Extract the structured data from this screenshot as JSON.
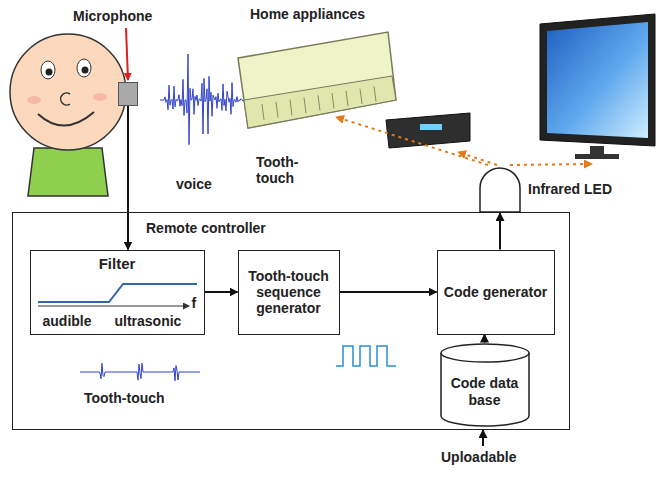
{
  "diagram": {
    "nodes": [
      {
        "text": [
          "Remote controller"
        ]
      },
      {
        "text": [
          "Filter",
          "audible",
          "ultrasonic",
          "f"
        ],
        "in": 0
      },
      {
        "text": [
          "Tooth-touch sequence generator"
        ],
        "in": 0
      },
      {
        "text": [
          "Code generator"
        ],
        "in": 0
      },
      {
        "text": [
          "Code data base"
        ],
        "in": 0
      },
      {
        "text": [
          "Infrared LED"
        ]
      },
      {
        "text": [
          "Microphone"
        ]
      }
    ],
    "edges": [
      {
        "from": 6,
        "to": 1,
        "arrow": "to"
      },
      {
        "from": 1,
        "to": 2,
        "arrow": "to"
      },
      {
        "from": 2,
        "to": 3,
        "arrow": "to"
      },
      {
        "from": 4,
        "to": 3,
        "arrow": "to"
      },
      {
        "from": 3,
        "to": 5,
        "arrow": "to"
      }
    ],
    "labels": [
      "Home appliances",
      "voice",
      "Tooth- touch",
      "Tooth-touch",
      "Uploadable"
    ]
  }
}
